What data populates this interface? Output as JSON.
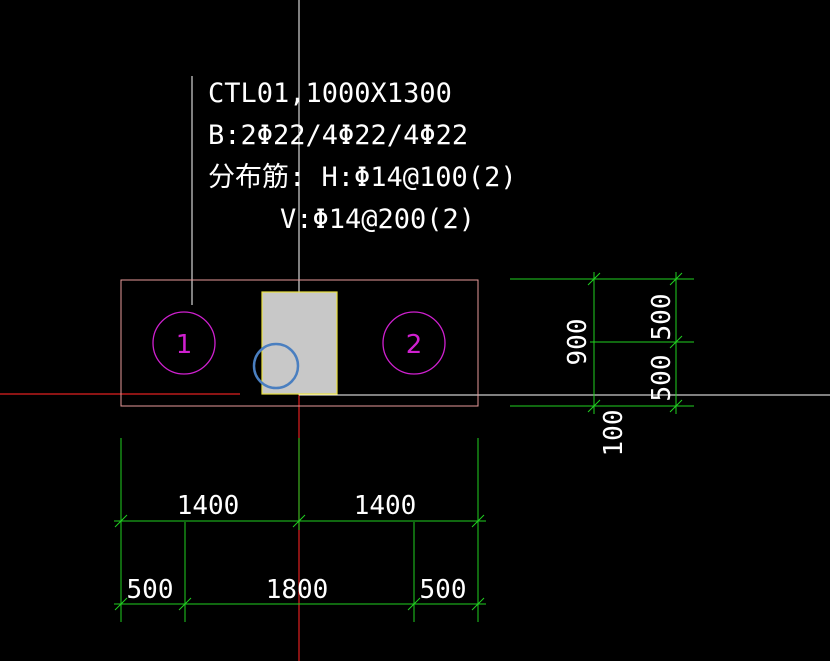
{
  "annotation": {
    "line1": "CTL01,1000X1300",
    "line2": "B:2Φ22/4Φ22/4Φ22",
    "line3": "分布筋: H:Φ14@100(2)",
    "line4": "V:Φ14@200(2)"
  },
  "piles": [
    "1",
    "2"
  ],
  "dimensions": {
    "top_left": "1400",
    "top_right": "1400",
    "bottom_left": "500",
    "bottom_mid": "1800",
    "bottom_right": "500",
    "side_total": "900",
    "side_upper": "500",
    "side_lower": "500",
    "side_offset": "100"
  },
  "colors": {
    "background": "#000000",
    "cap_outline": "#e89a9a",
    "column_fill": "#c8c8c8",
    "column_outline": "#e8e040",
    "pile_circle": "#d020d0",
    "dimension": "#20d020",
    "axis_red": "#e02020",
    "crosshair": "#ffffff",
    "cursor": "#4a7fc0",
    "text": "#ffffff"
  }
}
